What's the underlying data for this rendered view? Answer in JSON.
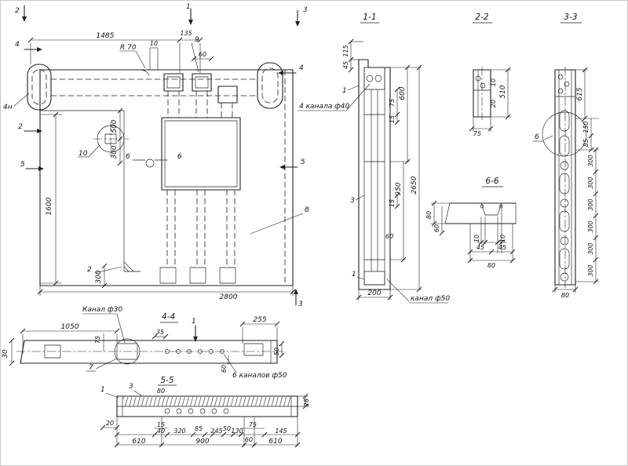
{
  "sections": {
    "s11": "1-1",
    "s22": "2-2",
    "s33": "3-3",
    "s44": "4-4",
    "s55": "5-5",
    "s66": "6-6"
  },
  "marks": {
    "m1": "1",
    "m2": "2",
    "m3": "3",
    "m4": "4",
    "m4n": "4н",
    "m5": "5",
    "m6": "6",
    "m7": "7",
    "m8": "8",
    "m9": "9",
    "m10": "10"
  },
  "notes": {
    "kanal_f30": "Канал ф30",
    "kanal_f50": "канал ф50",
    "kanala_f40": "4 канала ф40",
    "kanalov_f50": "6 каналов ф50"
  },
  "dims": {
    "d10": "10",
    "d15": "15",
    "d20": "20",
    "d28": "28",
    "d30": "30",
    "d35": "35",
    "d40": "40",
    "d45": "45",
    "d50": "50",
    "d60": "60",
    "d75": "75",
    "d80": "80",
    "d85": "85",
    "d115": "115",
    "d130": "130",
    "d135": "135",
    "d145": "145",
    "d150": "150",
    "d200": "200",
    "d245": "245",
    "d255": "255",
    "d300": "300",
    "d320": "320",
    "d500": "500",
    "d510": "510",
    "d600": "600",
    "d610": "610",
    "d615": "615",
    "d900": "900",
    "d950": "950",
    "d1050": "1050",
    "d1485": "1485",
    "d1600": "1600",
    "d2650": "2650",
    "d2800": "2800",
    "dR70": "R 70"
  }
}
